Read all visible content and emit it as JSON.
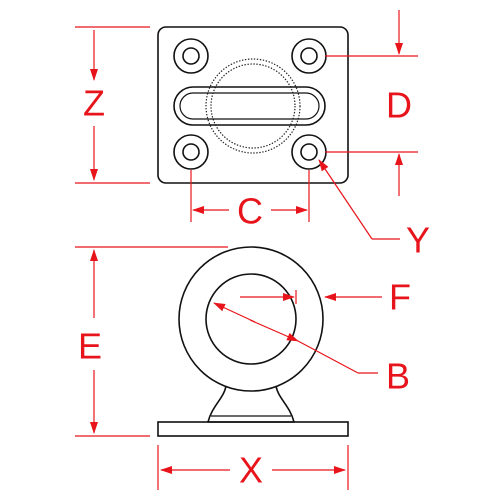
{
  "colors": {
    "part_outline": "#111111",
    "dimension": "#e8141b",
    "background": "#ffffff"
  },
  "top_view": {
    "labels": {
      "z": "Z",
      "d": "D",
      "c": "C",
      "y": "Y"
    }
  },
  "front_view": {
    "labels": {
      "e": "E",
      "f": "F",
      "b": "B",
      "x": "X"
    }
  }
}
